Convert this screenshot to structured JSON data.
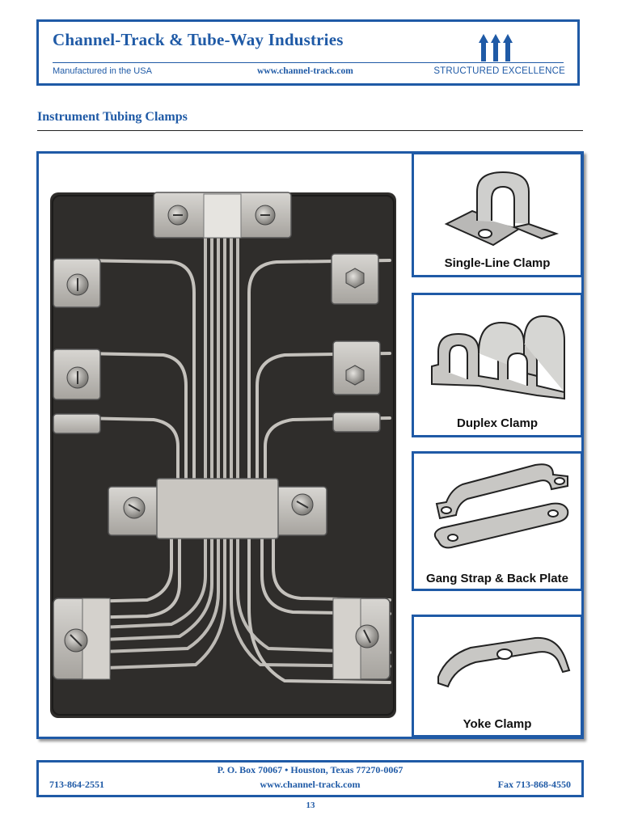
{
  "header": {
    "company": "Channel-Track & Tube-Way Industries",
    "tagline_left": "Manufactured in the USA",
    "website": "www.channel-track.com",
    "slogan": "STRUCTURED EXCELLENCE",
    "logo_icon": "triple-arrow-up-icon"
  },
  "section": {
    "title": "Instrument Tubing Clamps"
  },
  "photo": {
    "icon": "instrument-tubing-clamps-photo"
  },
  "clamps": [
    {
      "label": "Single-Line Clamp",
      "icon": "single-line-clamp-icon"
    },
    {
      "label": "Duplex Clamp",
      "icon": "duplex-clamp-icon"
    },
    {
      "label": "Gang Strap & Back Plate",
      "icon": "gang-strap-back-plate-icon"
    },
    {
      "label": "Yoke Clamp",
      "icon": "yoke-clamp-icon"
    }
  ],
  "footer": {
    "address": "P. O. Box 70067 • Houston, Texas 77270-0067",
    "phone": "713-864-2551",
    "website": "www.channel-track.com",
    "fax": "Fax 713-868-4550"
  },
  "page_number": "13",
  "colors": {
    "brand_blue": "#1f5aa6",
    "photo_background": "#2e2c2a"
  }
}
